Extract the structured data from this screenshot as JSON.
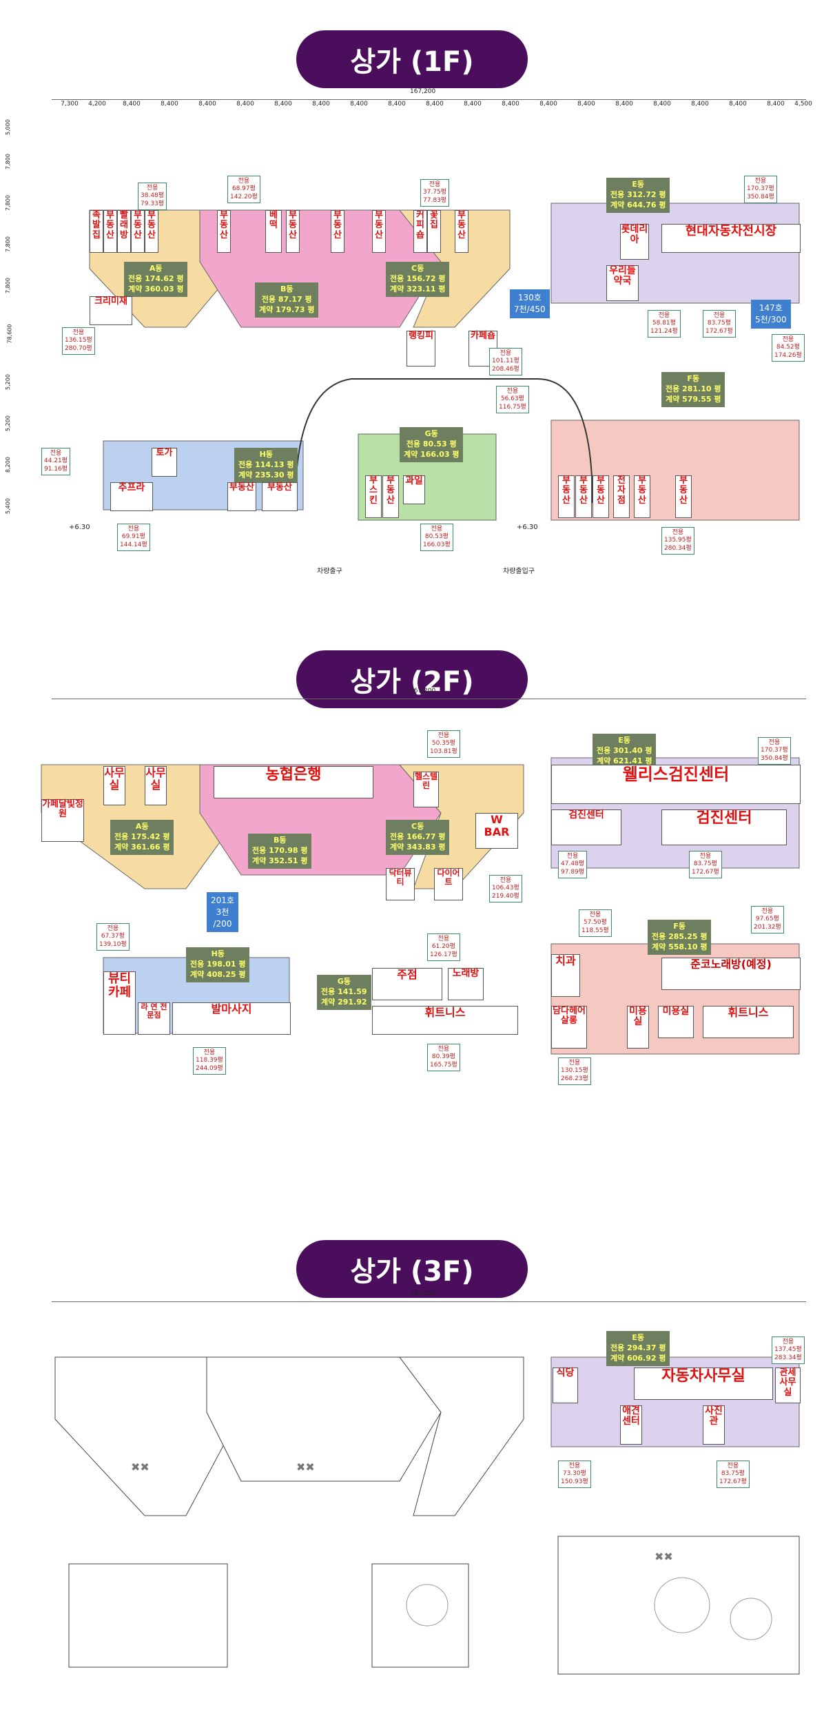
{
  "headers": {
    "f1": "상가 (1F)",
    "f2": "상가 (2F)",
    "f3": "상가 (3F)"
  },
  "ruler": {
    "total": "167,200",
    "segments": [
      "7,300",
      "4,200",
      "8,400",
      "8,400",
      "8,400",
      "8,400",
      "8,400",
      "8,400",
      "8,400",
      "8,400",
      "8,400",
      "8,400",
      "8,400",
      "8,400",
      "8,400",
      "8,400",
      "8,400",
      "8,400",
      "8,400",
      "8,400",
      "4,500"
    ],
    "vertical": [
      "5,000",
      "7,800",
      "7,800",
      "7,800",
      "7,800",
      "78,600",
      "5,200",
      "5,200",
      "8,200",
      "5,400"
    ]
  },
  "f1": {
    "buildings": {
      "A": {
        "name": "A동",
        "area": "전용 174.62 평",
        "contract": "계약 360.03 평"
      },
      "B": {
        "name": "B동",
        "area": "전용 87.17 평",
        "contract": "계약 179.73 평"
      },
      "C": {
        "name": "C동",
        "area": "전용 156.72 평",
        "contract": "계약 323.11 평"
      },
      "E": {
        "name": "E동",
        "area": "전용 312.72 평",
        "contract": "계약 644.76 평"
      },
      "F": {
        "name": "F동",
        "area": "전용 281.10 평",
        "contract": "계약 579.55 평"
      },
      "G": {
        "name": "G동",
        "area": "전용 80.53 평",
        "contract": "계약 166.03 평"
      },
      "H": {
        "name": "H동",
        "area": "전용 114.13 평",
        "contract": "계약 235.30 평"
      }
    },
    "tenants": {
      "t1": "족발집",
      "t2": "부동산",
      "t3": "빨래방",
      "t4": "부동산",
      "t5": "부동산",
      "t6": "부동산",
      "t7": "베떡",
      "t8": "부동산",
      "t9": "부동산",
      "t10": "부동산",
      "t11": "커피숍",
      "t12": "꽃집",
      "t13": "부동산",
      "t14": "롯데리아",
      "t15": "현대자동차전시장",
      "t16": "우리들약국",
      "t17": "크리미재",
      "t18": "랭킹피",
      "t19": "카페숍",
      "t20": "토가",
      "t21": "추프라",
      "t22": "부동산",
      "t23": "부동산",
      "t24": "부스킨",
      "t25": "부동산",
      "t26": "과일",
      "t27": "부동산",
      "t28": "부동산",
      "t29": "부동산",
      "t30": "전자점",
      "t31": "부동산",
      "t32": "부동산"
    },
    "tags": {
      "a1": [
        "전용",
        "38.48평",
        "79.33평"
      ],
      "a2": [
        "전용",
        "68.97평",
        "142.20평"
      ],
      "a3": [
        "전용",
        "37.75평",
        "77.83평"
      ],
      "a4": [
        "전용",
        "170.37평",
        "350.84평"
      ],
      "a5": [
        "전용",
        "58.81평",
        "121.24평"
      ],
      "a6": [
        "전용",
        "83.75평",
        "172.67평"
      ],
      "a7": [
        "전용",
        "84.52평",
        "174.26평"
      ],
      "a8": [
        "전용",
        "136.15평",
        "280.70평"
      ],
      "a9": [
        "전용",
        "101.11평",
        "208.46평"
      ],
      "a10": [
        "전용",
        "56.63평",
        "116.75평"
      ],
      "a11": [
        "전용",
        "44.21평",
        "91.16평"
      ],
      "a12": [
        "전용",
        "80.53평",
        "166.03평"
      ],
      "a13": [
        "전용",
        "69.91평",
        "144.14평"
      ],
      "a14": [
        "전용",
        "135.95평",
        "280.34평"
      ]
    },
    "badges": {
      "b1": [
        "130호",
        "7천/450"
      ],
      "b2": [
        "147호",
        "5천/300"
      ]
    },
    "labels": {
      "exit": "차량출구",
      "entry": "차량출입구",
      "lvl1": "+6.30",
      "lvl2": "+6.30"
    }
  },
  "f2": {
    "buildings": {
      "A": {
        "name": "A동",
        "area": "전용 175.42 평",
        "contract": "계약 361.66 평"
      },
      "B": {
        "name": "B동",
        "area": "전용 170.98 평",
        "contract": "계약 352.51 평"
      },
      "C": {
        "name": "C동",
        "area": "전용 166.77 평",
        "contract": "계약 343.83 평"
      },
      "E": {
        "name": "E동",
        "area": "전용 301.40 평",
        "contract": "계약 621.41 평"
      },
      "F": {
        "name": "F동",
        "area": "전용 285.25 평",
        "contract": "계약 558.10 평"
      },
      "G": {
        "name": "G동",
        "area": "전용 141.59",
        "contract": "계약 291.92"
      },
      "H": {
        "name": "H동",
        "area": "전용 198.01 평",
        "contract": "계약 408.25 평"
      }
    },
    "tenants": {
      "t1": "사무실",
      "t2": "사무실",
      "t3": "농협은행",
      "t4": "가페달빛정원",
      "t5": "웰리스검진센터",
      "t6": "검진센터",
      "t7": "검진센터",
      "t8": "W BAR",
      "t9": "닥터뷰티",
      "t10": "다이어트",
      "t11": "헬스텔린",
      "t12": "뷰티카페",
      "t13": "라 연 전문점",
      "t14": "발마사지",
      "t15": "주점",
      "t16": "노래방",
      "t17": "휘트니스",
      "t18": "치과",
      "t19": "준코노래방(예정)",
      "t20": "담다헤어살롱",
      "t21": "미용실",
      "t22": "미용실",
      "t23": "휘트니스"
    },
    "tags": {
      "a1": [
        "전용",
        "50.35평",
        "103.81평"
      ],
      "a2": [
        "전용",
        "170.37평",
        "350.84평"
      ],
      "a3": [
        "전용",
        "47.48평",
        "97.89평"
      ],
      "a4": [
        "전용",
        "83.75평",
        "172.67평"
      ],
      "a5": [
        "전용",
        "106.43평",
        "219.40평"
      ],
      "a6": [
        "전용",
        "57.50평",
        "118.55평"
      ],
      "a7": [
        "전용",
        "97.65평",
        "201.32평"
      ],
      "a8": [
        "전용",
        "67.37평",
        "139.10평"
      ],
      "a9": [
        "전용",
        "61.20평",
        "126.17평"
      ],
      "a10": [
        "전용",
        "118.39평",
        "244.09평"
      ],
      "a11": [
        "전용",
        "80.39평",
        "165.75평"
      ],
      "a12": [
        "전용",
        "130.15평",
        "268.23평"
      ]
    },
    "badges": {
      "b1": [
        "201호",
        "3천",
        "/200"
      ]
    }
  },
  "f3": {
    "buildings": {
      "E": {
        "name": "E동",
        "area": "전용 294.37 평",
        "contract": "계약 606.92 평"
      }
    },
    "tenants": {
      "t1": "식당",
      "t2": "자동차사무실",
      "t3": "관세사무실",
      "t4": "애견센터",
      "t5": "사진관"
    },
    "tags": {
      "a1": [
        "전용",
        "137.45평",
        "283.34평"
      ],
      "a2": [
        "전용",
        "73.30평",
        "150.93평"
      ],
      "a3": [
        "전용",
        "83.75평",
        "172.67평"
      ]
    }
  }
}
